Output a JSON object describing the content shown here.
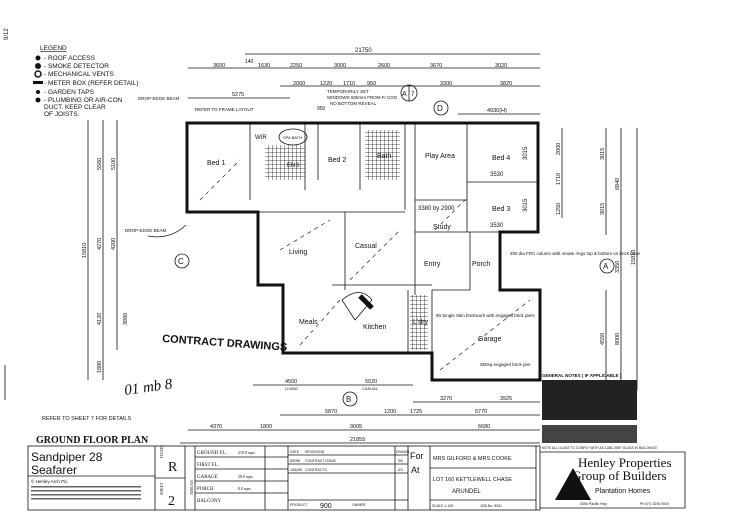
{
  "legend": {
    "title": "LEGEND",
    "items": [
      {
        "icon": "roof-access-icon",
        "label": "- ROOF ACCESS"
      },
      {
        "icon": "smoke-detector-icon",
        "label": "- SMOKE DETECTOR"
      },
      {
        "icon": "mechanical-vents-icon",
        "label": "- MECHANICAL VENTS"
      },
      {
        "icon": "meter-box-icon",
        "label": "- METER BOX (REFER DETAIL)"
      },
      {
        "icon": "garden-tap-icon",
        "label": "- GARDEN TAPS"
      },
      {
        "icon": "plumbing-icon",
        "label": "- PLUMBING OR AIR-CON"
      },
      {
        "icon": "",
        "label": "DUCT. KEEP CLEAR"
      },
      {
        "icon": "",
        "label": "OF JOISTS."
      }
    ]
  },
  "notes": {
    "drop_edge_beam_1": "DROP-EDGE BEAM",
    "drop_edge_beam_2": "DROP-EDGE BEAM",
    "refer_frame": "REFER TO FRAME LAYOUT",
    "temp_set": "TEMPORARILY SET",
    "windows": "WINDOWS 505mm FROM F/ COG",
    "no_bottom": "NO BOTTOM REVEAL",
    "refer_sheet": "REFER TO SHEET 7 FOR DETAILS",
    "contract": "CONTRACT DRAWINGS",
    "handwritten": "01 mb 8",
    "column_note": "200 dia FRC column with ornate rings top & bottom on brick base",
    "brickwork_note": "90 Single Skin brickwork with engaged brick piers",
    "pier_note": "350sq engaged brick pier",
    "general_notes": "GENERAL NOTES ( IF APPLICABLE )",
    "glass_note": "NOTE ALL GLASS TO COMPLY WITH AS 1288-1989 \"GLASS IN BUILDINGS\""
  },
  "rooms": {
    "bed1": "Bed 1",
    "wir": "WIR",
    "ens": "ENS",
    "spa": "SPA BATH",
    "bed2": "Bed 2",
    "bath": "Bath",
    "play": "Play Area",
    "bed4": "Bed 4",
    "bed3": "Bed 3",
    "study": "Study",
    "living": "Living",
    "casual": "Casual",
    "entry": "Entry",
    "porch": "Porch",
    "meals": "Meals",
    "kitchen": "Kitchen",
    "ldry": "L'dry",
    "garage": "Garage",
    "study_hand": "3380 by 2900",
    "bed4_hand": "3530",
    "bed3_hand": "3530",
    "bed4_side": "3015",
    "bed3_side": "3015"
  },
  "grid_markers": {
    "a_top": "A",
    "a_sheet": "7",
    "b": "B",
    "c": "C",
    "d": "D",
    "a_right": "A"
  },
  "dimensions": {
    "top_total": "21750",
    "top_row1": [
      "3600",
      "140",
      "1630",
      "2250",
      "3000",
      "2600",
      "3670",
      "3020"
    ],
    "top_row2": [
      "2000",
      "1220",
      "1710",
      "950",
      "3300",
      "3820"
    ],
    "top_row3": [
      "5275",
      "950",
      "4930(H)"
    ],
    "bottom_row1": [
      "4500",
      "5020"
    ],
    "bottom_row1_labels": [
      "LIVING",
      "CASUAL"
    ],
    "bottom_row2": [
      "3270",
      "3925"
    ],
    "bottom_row3": [
      "5870",
      "1200",
      "1725",
      "5770"
    ],
    "bottom_row4": [
      "4370",
      "1800",
      "9005",
      "6680"
    ],
    "bottom_total": "21855",
    "left": [
      "15810",
      "5560",
      "4270",
      "4120",
      "1880",
      "5100",
      "4200",
      "3980"
    ],
    "right": [
      "15810",
      "6840",
      "3350",
      "8000",
      "3015",
      "3015",
      "4550",
      "2000",
      "1710",
      "1250"
    ]
  },
  "title_block": {
    "plan_title": "GROUND FLOOR PLAN",
    "design_name": "Sandpiper 28",
    "facade": "Seafarer",
    "copyright": "© Henley Arch P/L",
    "hand_label": "HAND",
    "hand_value": "R",
    "sheet_label": "SHEET",
    "sheet_value": "2",
    "areas_label": "AREAS",
    "areas": [
      {
        "name": "GROUND FL.",
        "value": "219.0 sqm"
      },
      {
        "name": "FIRST FL.",
        "value": ""
      },
      {
        "name": "GARAGE",
        "value": "38.0 sqm"
      },
      {
        "name": "PORCH",
        "value": "8.0 sqm"
      },
      {
        "name": "BALCONY",
        "value": ""
      }
    ],
    "revisions": [
      {
        "date": "DATE",
        "desc": "REVISIONS"
      },
      {
        "date": "8/5/98",
        "desc": "CONTRACT ISSUE"
      },
      {
        "date": "18/6/98",
        "desc": "CONTRACTS"
      }
    ],
    "drawn_label": "DRAWN",
    "drawn": [
      "SB",
      "AS"
    ],
    "product": "PRODUCT",
    "product_code": "900",
    "owner_label": "OWNER",
    "for_label": "For",
    "at_label": "At",
    "client": "MRS GILFORD & MRS COOKE",
    "lot": "LOT 160 KETTLEWELL CHASE",
    "suburb": "ARUNDEL",
    "scale": "SCALE 1:100",
    "job": "JOB No. 8331",
    "company1": "Henley Properties",
    "company2": "Group of Builders",
    "division": "Plantation Homes",
    "address": "3356 Pacific Hwy",
    "phone": "Ph (07) 3290 0000"
  },
  "margin_text": "9/12"
}
